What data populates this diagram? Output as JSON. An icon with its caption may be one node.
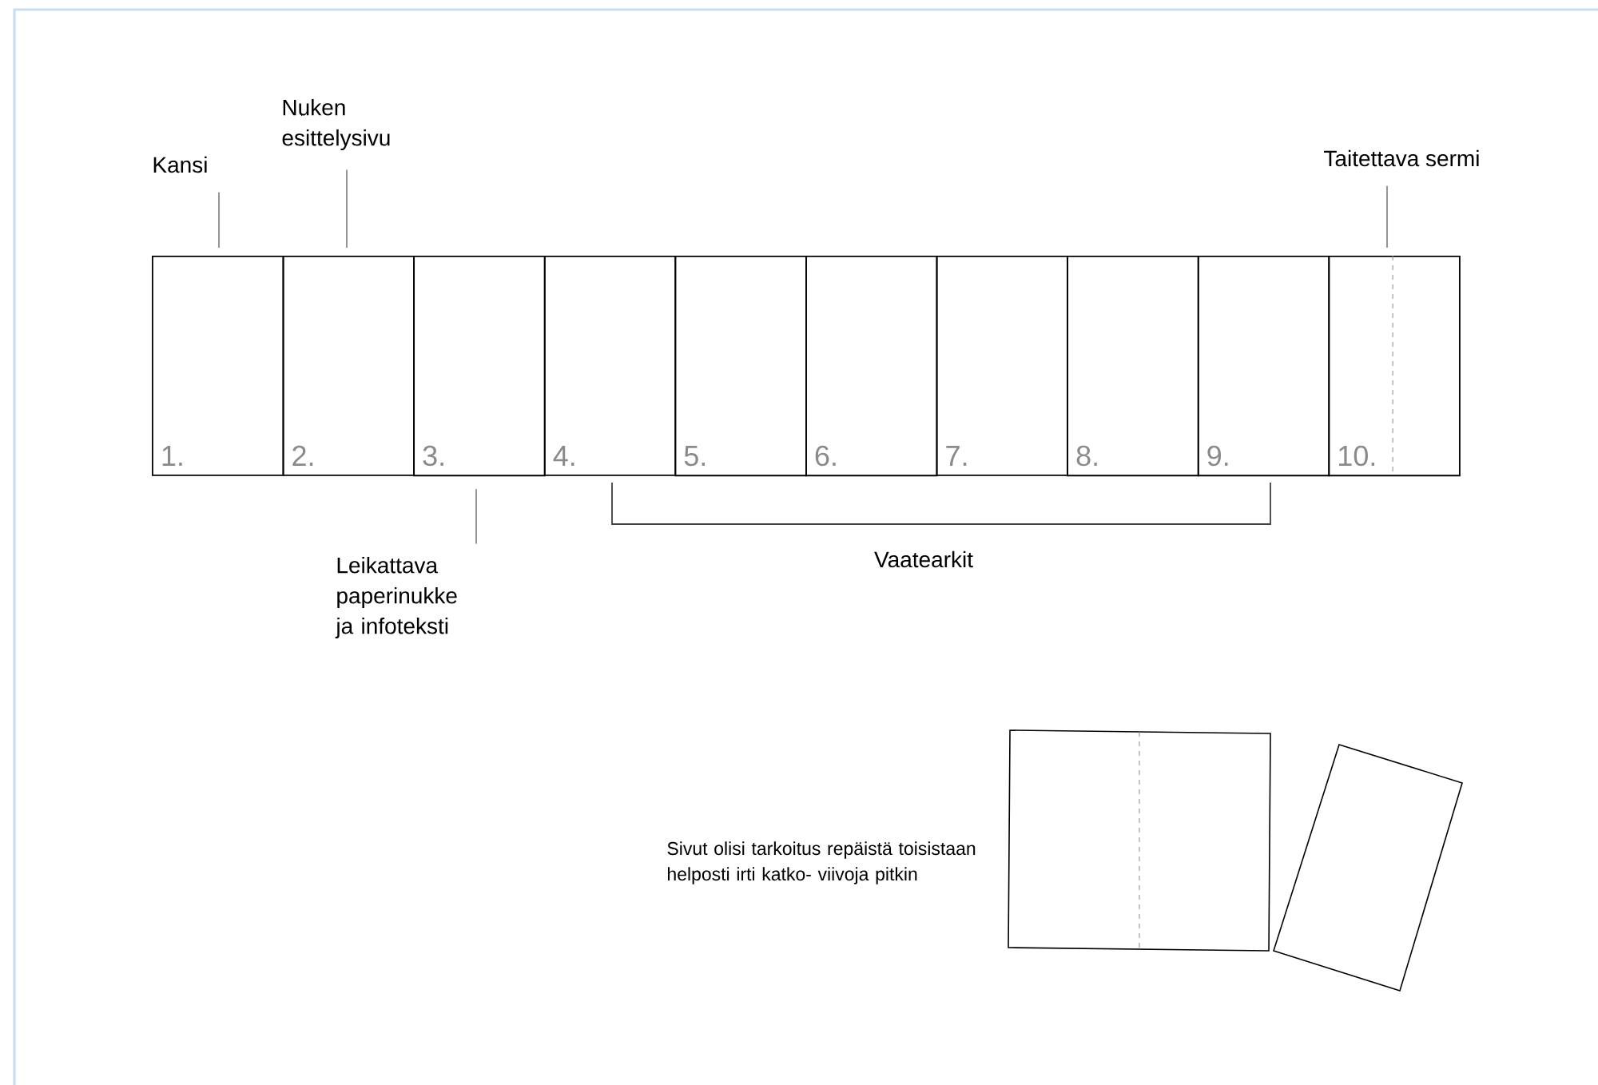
{
  "diagram": {
    "nodes": [
      {
        "text": [
          "Kansi"
        ]
      },
      {
        "text": [
          "Nuken esittelysivu"
        ]
      },
      {
        "text": [
          "Taitettava sermi"
        ]
      },
      {
        "text": [
          "1."
        ]
      },
      {
        "text": [
          "2."
        ]
      },
      {
        "text": [
          "3."
        ]
      },
      {
        "text": [
          "4."
        ]
      },
      {
        "text": [
          "5."
        ]
      },
      {
        "text": [
          "6."
        ]
      },
      {
        "text": [
          "7."
        ]
      },
      {
        "text": [
          "8."
        ]
      },
      {
        "text": [
          "9."
        ]
      },
      {
        "text": [
          "10."
        ]
      },
      {
        "text": [
          "Leikattava paperinukke ja infoteksti"
        ]
      }
    ],
    "edges": [
      {
        "from": 0,
        "to": 3,
        "arrow": "none"
      },
      {
        "from": 1,
        "to": 4,
        "arrow": "none"
      },
      {
        "from": 2,
        "to": 12,
        "arrow": "none"
      },
      {
        "from": 13,
        "to": 5,
        "arrow": "none"
      }
    ],
    "labels": [
      "Vaatearkit",
      "Sivut olisi tarkoitus repäistä toisistaan helposti irti katko- viivoja pitkin"
    ]
  }
}
